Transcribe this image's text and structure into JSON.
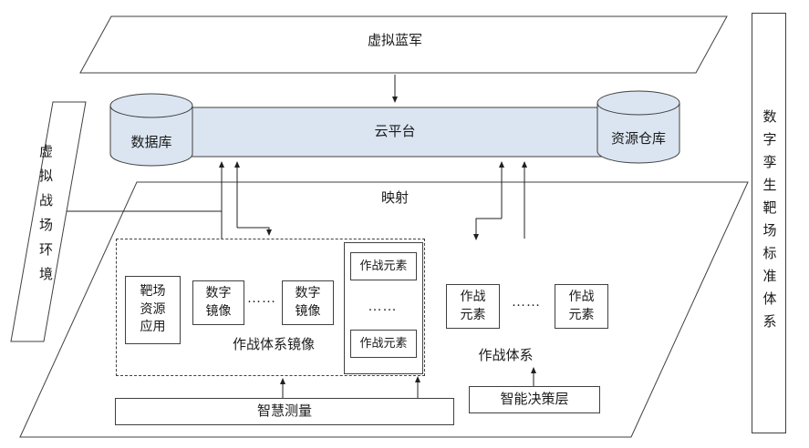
{
  "colors": {
    "line": "#404040",
    "arrow": "#202020",
    "cloud_fill": "#dbe5f1"
  },
  "planes": {
    "blue_army": "虚拟蓝军",
    "battlefield_env": "虚拟战场环境",
    "mapping": "映射",
    "standard_bar": "数字孪生靶场标准体系"
  },
  "cloud": {
    "platform": "云平台",
    "database": "数据库",
    "repository": "资源仓库"
  },
  "mirror_group": {
    "range_app": "靶场\n资源\n应用",
    "mirror_1": "数字\n镜像",
    "dots": "……",
    "mirror_2": "数字\n镜像",
    "caption": "作战体系镜像"
  },
  "element_stack": {
    "el_1": "作战元素",
    "dots": "……",
    "el_2": "作战元素"
  },
  "combat_group": {
    "el_1": "作战\n元素",
    "dots": "……",
    "el_2": "作战\n元素",
    "caption": "作战体系"
  },
  "bottom": {
    "measure": "智慧测量",
    "decision": "智能决策层"
  }
}
